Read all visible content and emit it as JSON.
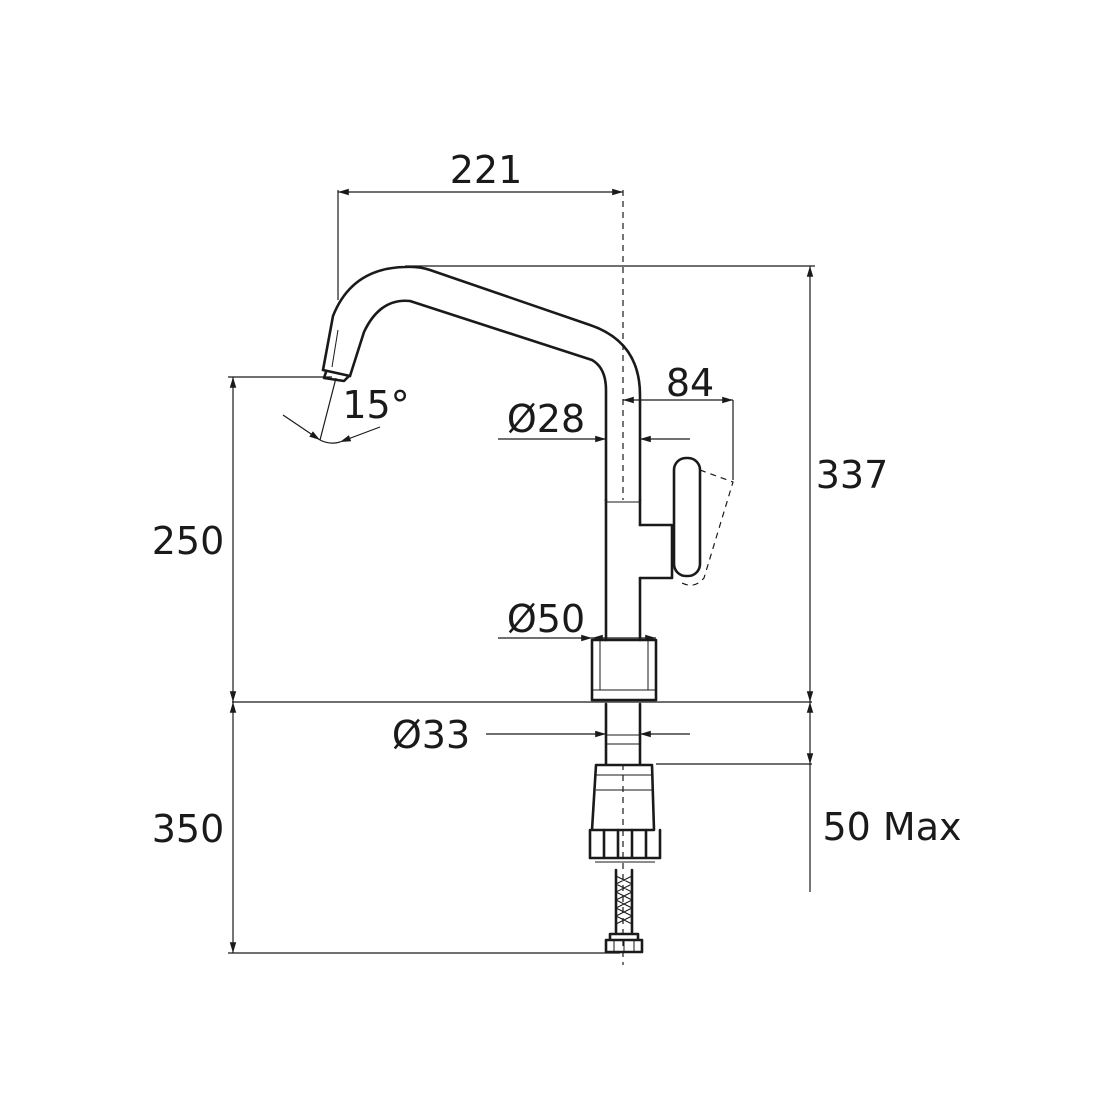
{
  "dimensions": {
    "spout_reach": "221",
    "handle_clearance": "84",
    "body_diameter": "Ø28",
    "base_diameter": "Ø50",
    "shank_diameter": "Ø33",
    "spout_angle": "15°",
    "total_height": "337",
    "spout_height": "250",
    "hose_length": "350",
    "mount_thickness": "50 Max"
  },
  "colors": {
    "line": "#1a1a1a",
    "background": "#ffffff"
  }
}
